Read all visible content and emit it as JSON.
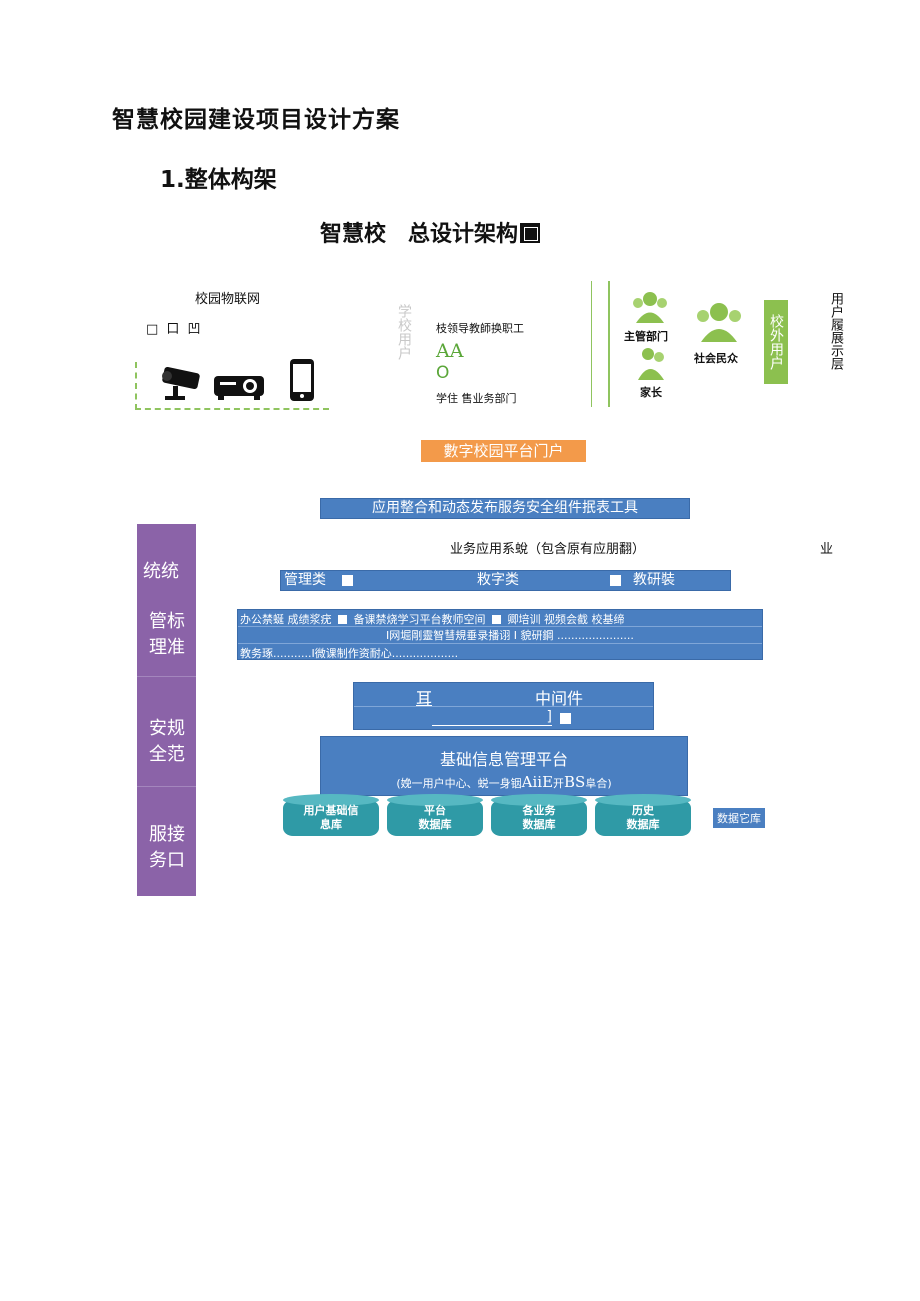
{
  "doc": {
    "title": "智慧校园建设项目设计方案",
    "section": "1.整体构架",
    "figure_title_a": "智慧校",
    "figure_title_b": "总设计架构",
    "figure_title_c": "图"
  },
  "iot": {
    "title": "校园物联网",
    "glyphs": "□ 口 凹"
  },
  "campus_users": {
    "vertical_label": "学校用户",
    "line1": "枝领导教師换职工",
    "line2": "AA",
    "line3": "O",
    "line4": "学住  售业务部门"
  },
  "external_users": {
    "item1": "主管部门",
    "item2": "社会民众",
    "item3": "家长",
    "side_label": "校外用户",
    "layer_label": "用户履展示层"
  },
  "portal": {
    "label": "數字校园平台门户"
  },
  "integration": {
    "label": "应用整合和动态发布服务安全组件抿表工具"
  },
  "business": {
    "title": "业务应用系蛻（包含原有应朋翻）",
    "right_char": "业",
    "cat1": "管理类",
    "cat2": "敉字类",
    "cat3": "教研裝",
    "row1": "办公禁蜒  成绩浆疣",
    "row1b": "备课禁烧学习平台教师空间",
    "row1c": "卿培训  视频会截  校基缔",
    "row2": "I网堀剛靈智彗規垂录播诩  I  貌研鋼  ......................",
    "row3": "教务琢...........I微课制作资耐心..................."
  },
  "left_labels": {
    "l1": "统统",
    "l2a": "管标",
    "l2b": "理准",
    "l3a": "安规",
    "l3b": "全范",
    "l4a": "服接",
    "l4b": "务口"
  },
  "middleware": {
    "left": "耳",
    "label": "中间件",
    "line2": "]"
  },
  "platform": {
    "title": "基础信息管理平台",
    "subtitle_a": "(娩一用户中心、蜕一身铟",
    "subtitle_b": "AiiE",
    "subtitle_c": "开",
    "subtitle_d": "BS",
    "subtitle_e": "阜合)"
  },
  "databases": {
    "db1a": "用户基础信",
    "db1b": "息库",
    "db2a": "平台",
    "db2b": "数据库",
    "db3a": "各业务",
    "db3b": "数据库",
    "db4a": "历史",
    "db4b": "数据库",
    "warehouse": "数据它库"
  }
}
